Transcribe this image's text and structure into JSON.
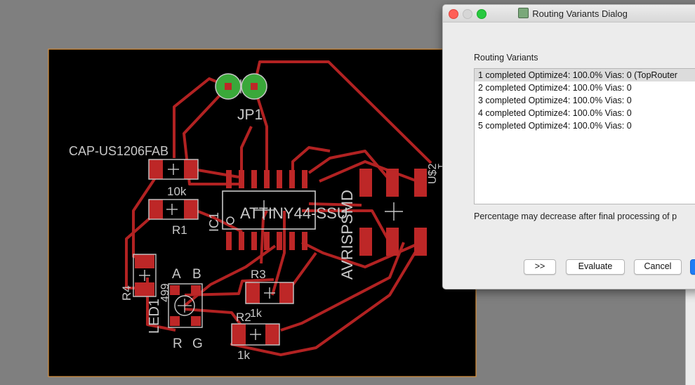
{
  "board": {
    "parts": {
      "jp1": "JP1",
      "cap": "CAP-US1206FAB",
      "c1_value": "10k",
      "r1": "R1",
      "ic1": "IC1",
      "ic1_value": "ATTINY44-SSU",
      "isp": "AVRISPSMD",
      "u1_pin": "1",
      "u1_label": "U$2",
      "r4": "R4",
      "r4_value": "499",
      "led": "LED1",
      "led_a": "A",
      "led_b": "B",
      "led_r": "R",
      "led_g": "G",
      "r3": "R3",
      "r3_value": "1k",
      "r2": "R2",
      "r2_value": "1k"
    },
    "colors": {
      "background": "#000000",
      "trace": "#b22222",
      "pad": "#bd2727",
      "silkscreen": "#c8c8c8",
      "via": "#3aa83a",
      "outline": "#d9903a"
    }
  },
  "dialog": {
    "title": "Routing Variants Dialog",
    "section_label": "Routing Variants",
    "variants": [
      "1 completed Optimize4:  100.0%  Vias: 0 (TopRouter",
      "2 completed Optimize4:  100.0%  Vias: 0",
      "3 completed Optimize4:  100.0%  Vias: 0",
      "4 completed Optimize4:  100.0%  Vias: 0",
      "5 completed Optimize4:  100.0%  Vias: 0"
    ],
    "selected_index": 0,
    "note": "Percentage may decrease after final processing of p",
    "buttons": {
      "more": ">>",
      "evaluate": "Evaluate",
      "cancel": "Cancel"
    }
  }
}
